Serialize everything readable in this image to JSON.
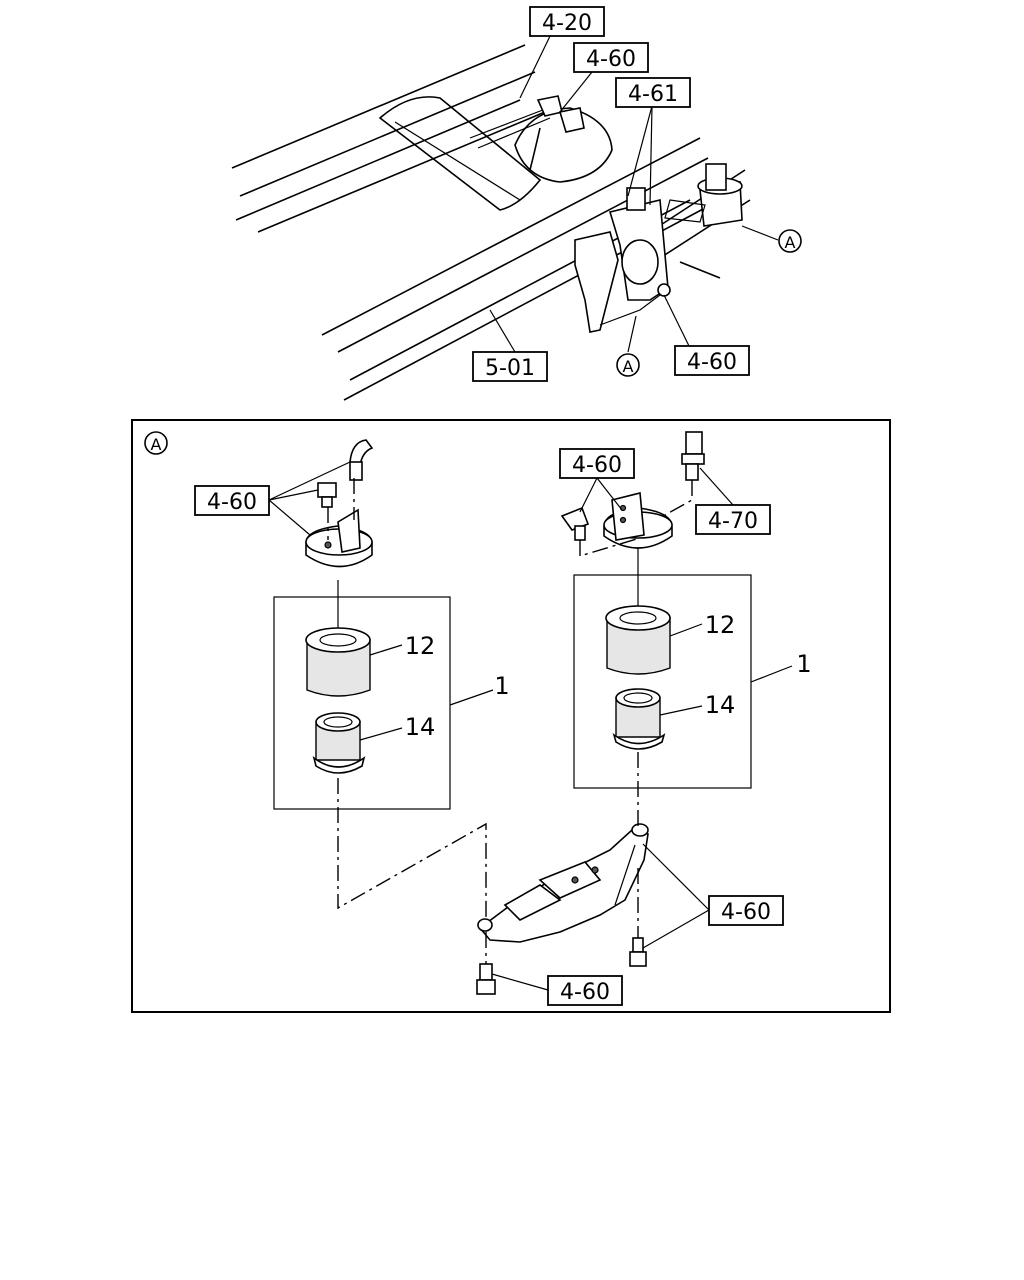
{
  "references": {
    "top_4_20": "4-20",
    "top_4_60_upper": "4-60",
    "top_4_61": "4-61",
    "top_4_60_lower": "4-60",
    "top_5_01": "5-01",
    "detail_left_4_60": "4-60",
    "detail_right_4_60": "4-60",
    "detail_4_70": "4-70",
    "detail_bracket_4_60": "4-60",
    "detail_bolt_4_60": "4-60"
  },
  "view_markers": {
    "top_right": "A",
    "top_center": "A",
    "detail_corner": "A"
  },
  "part_numbers": {
    "left_12": "12",
    "left_14": "14",
    "left_assembly": "1",
    "right_12": "12",
    "right_14": "14",
    "right_assembly": "1"
  }
}
